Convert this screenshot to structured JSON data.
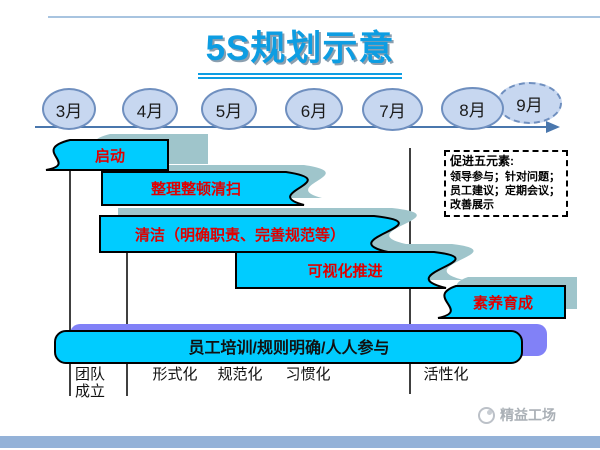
{
  "slide": {
    "title": "5S规划示意",
    "timeline": {
      "months": [
        {
          "label": "3月"
        },
        {
          "label": "4月"
        },
        {
          "label": "5月"
        },
        {
          "label": "6月"
        },
        {
          "label": "7月"
        },
        {
          "label": "8月"
        },
        {
          "label": "9月",
          "dashed": true
        }
      ]
    },
    "bars": [
      {
        "name": "startup",
        "label": "启动"
      },
      {
        "name": "sort-setinorder-shine",
        "label": "整理整顿清扫"
      },
      {
        "name": "standardize",
        "label": "清洁（明确职责、完善规范等）"
      },
      {
        "name": "visual-promotion",
        "label": "可视化推进"
      },
      {
        "name": "sustain",
        "label": "素养育成"
      },
      {
        "name": "training",
        "label": "员工培训/规则明确/人人参与"
      }
    ],
    "note_box": {
      "heading": "促进五元素:",
      "lines": [
        "领导参与；针对问题；",
        "员工建议；定期会议；",
        "改善展示"
      ]
    },
    "phases": [
      {
        "label": "团队\n成立"
      },
      {
        "label": "形式化"
      },
      {
        "label": "规范化"
      },
      {
        "label": "习惯化"
      },
      {
        "label": "活性化"
      }
    ],
    "watermark": {
      "label": "精益工场"
    },
    "colors": {
      "title_blue": "#0d9de2",
      "bar_fill": "#00ccff",
      "bar_text_red": "#e00000",
      "bar_shadow_teal": "#9fc5cb",
      "bottom_bar_shadow_purple": "#8181f7",
      "bottom_bar_text": "#111111",
      "month_fill": "#c7d7f0",
      "month_border": "#6f8fbf",
      "timeline_arrow": "#4a77ad",
      "footer_bar": "#94b2d8"
    }
  }
}
